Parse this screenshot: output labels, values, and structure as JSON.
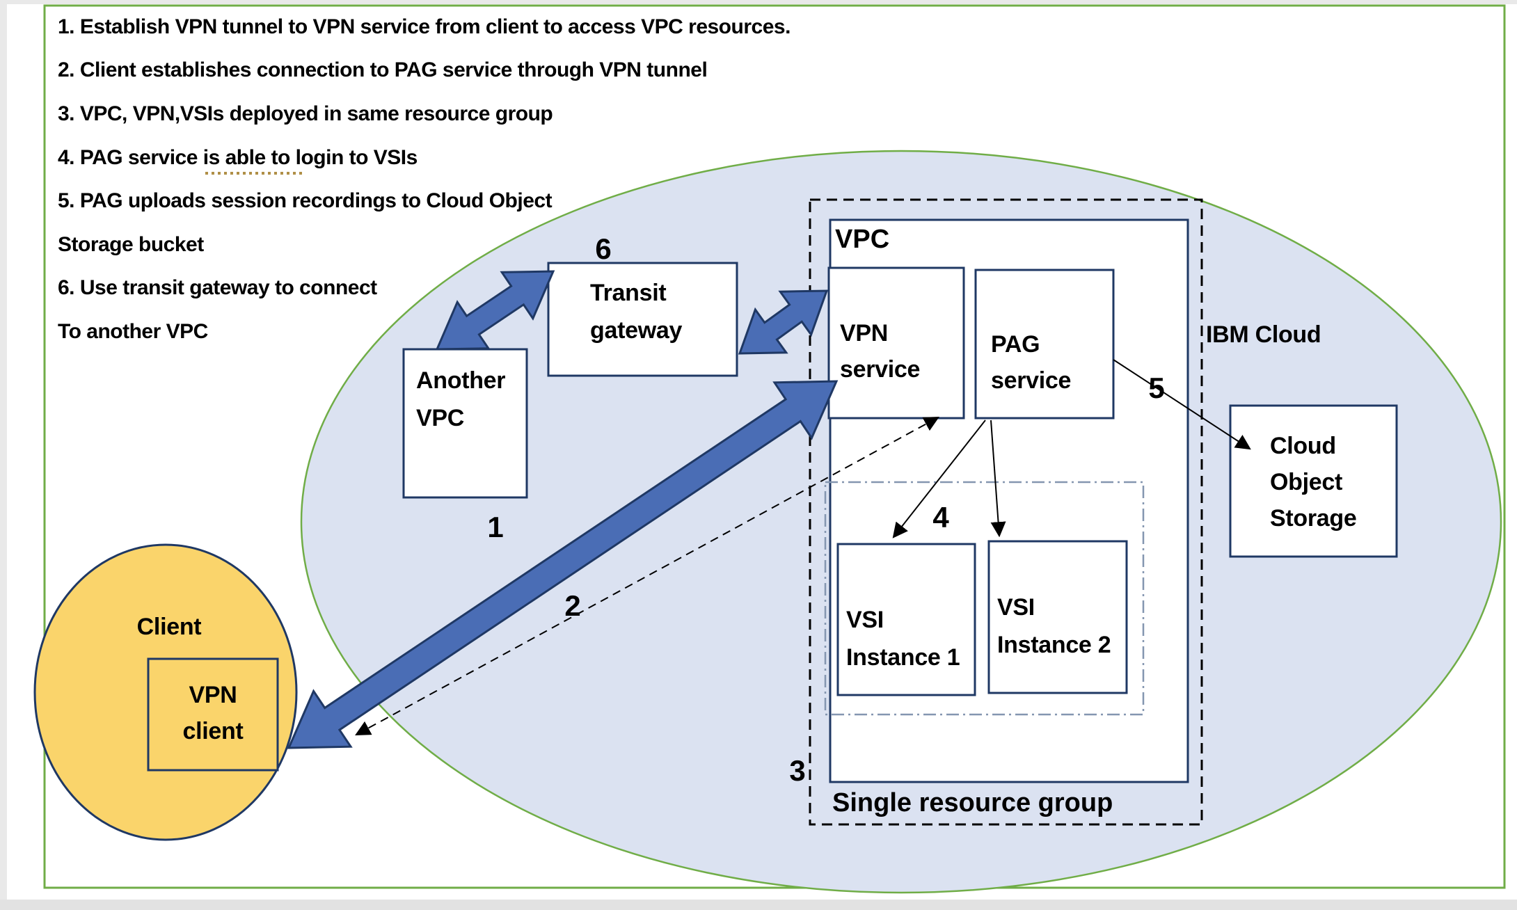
{
  "steps": {
    "line1": "1. Establish VPN tunnel to VPN service from client to access VPC resources.",
    "line2": "2. Client establishes connection to PAG service through VPN tunnel",
    "line3": "3. VPC, VPN,VSIs deployed in same resource group",
    "line4_pre": "4. PAG service ",
    "line4_underlined": "is able to",
    "line4_post": " login to VSIs",
    "line5": "5. PAG uploads session recordings to Cloud Object",
    "line6": "Storage bucket",
    "line7": "6. Use transit gateway to connect",
    "line8": "To another VPC"
  },
  "nodes": {
    "ibm_cloud": {
      "label": "IBM Cloud"
    },
    "client": {
      "label": "Client"
    },
    "vpn_client": {
      "line1": "VPN",
      "line2": "client"
    },
    "another_vpc": {
      "line1": "Another",
      "line2": "VPC"
    },
    "transit_gateway": {
      "line1": "Transit",
      "line2": "gateway"
    },
    "vpc": {
      "label": "VPC"
    },
    "vpn_service": {
      "line1": "VPN",
      "line2": "service"
    },
    "pag_service": {
      "line1": "PAG",
      "line2": "service"
    },
    "vsi_instance_1": {
      "line1": "VSI",
      "line2": "Instance 1"
    },
    "vsi_instance_2": {
      "line1": "VSI",
      "line2": "Instance 2"
    },
    "cloud_object_storage": {
      "line1": "Cloud",
      "line2": "Object",
      "line3": "Storage"
    },
    "single_resource_group": {
      "label": "Single resource group"
    }
  },
  "connector_numbers": {
    "n1": "1",
    "n2": "2",
    "n3": "3",
    "n4": "4",
    "n5": "5",
    "n6": "6"
  },
  "colors": {
    "ibm_cloud_ellipse_fill": "#dbe2f1",
    "ellipse_green_border": "#70ad47",
    "client_ellipse_fill": "#fad46b",
    "box_border_navy": "#1f3864",
    "thick_arrow_fill": "#4a6db5",
    "dash_dot_border": "#8496b0",
    "grammar_squiggle": "#b08f46",
    "outer_frame_green": "#70ad47",
    "bottom_strip_gray": "#e2e2e2"
  }
}
